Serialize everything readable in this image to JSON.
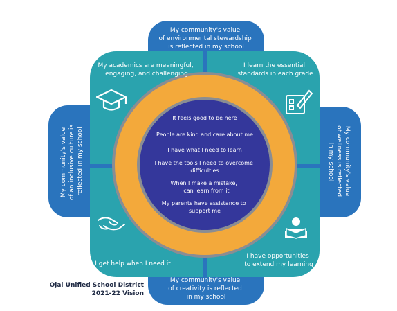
{
  "tabs": {
    "top": [
      "My community's value",
      "of environmental stewardship",
      "is reflected in my school"
    ],
    "bottom": [
      "My community's value",
      "of creativity is reflected",
      "in my school"
    ],
    "left": [
      "My community's value",
      "of an inclusive culture is",
      "reflected in my school"
    ],
    "right": [
      "My community's value",
      "of wellness is reflected",
      "in my school"
    ]
  },
  "quadrants": {
    "top_left": [
      "My academics are meaningful,",
      "engaging, and challenging"
    ],
    "top_right": [
      "I learn the essential",
      "standards in each grade"
    ],
    "bottom_left": [
      "I get help when I need it"
    ],
    "bottom_right": [
      "I have opportunities",
      "to extend my learning"
    ]
  },
  "center": {
    "items": [
      [
        "It feels good to be here"
      ],
      [
        "People are kind and care about me"
      ],
      [
        "I have what I need to learn"
      ],
      [
        "I have the tools I need to overcome",
        "difficulties"
      ],
      [
        "When I make a mistake,",
        "I can learn from it"
      ],
      [
        "My parents have assistance to",
        "support me"
      ]
    ]
  },
  "footer": {
    "district": "Ojai Unified School District",
    "vision": "2021-22 Vision"
  },
  "icons": [
    "graduation-cap-icon",
    "checklist-pencil-icon",
    "helping-hands-icon",
    "student-reading-icon"
  ],
  "colors": {
    "teal": "#2aa3ae",
    "teal_light": "#4fb8c2",
    "blue": "#2a74bd",
    "orange": "#f3a93b",
    "gray_ring": "#8a8d93",
    "indigo": "#34379b"
  }
}
